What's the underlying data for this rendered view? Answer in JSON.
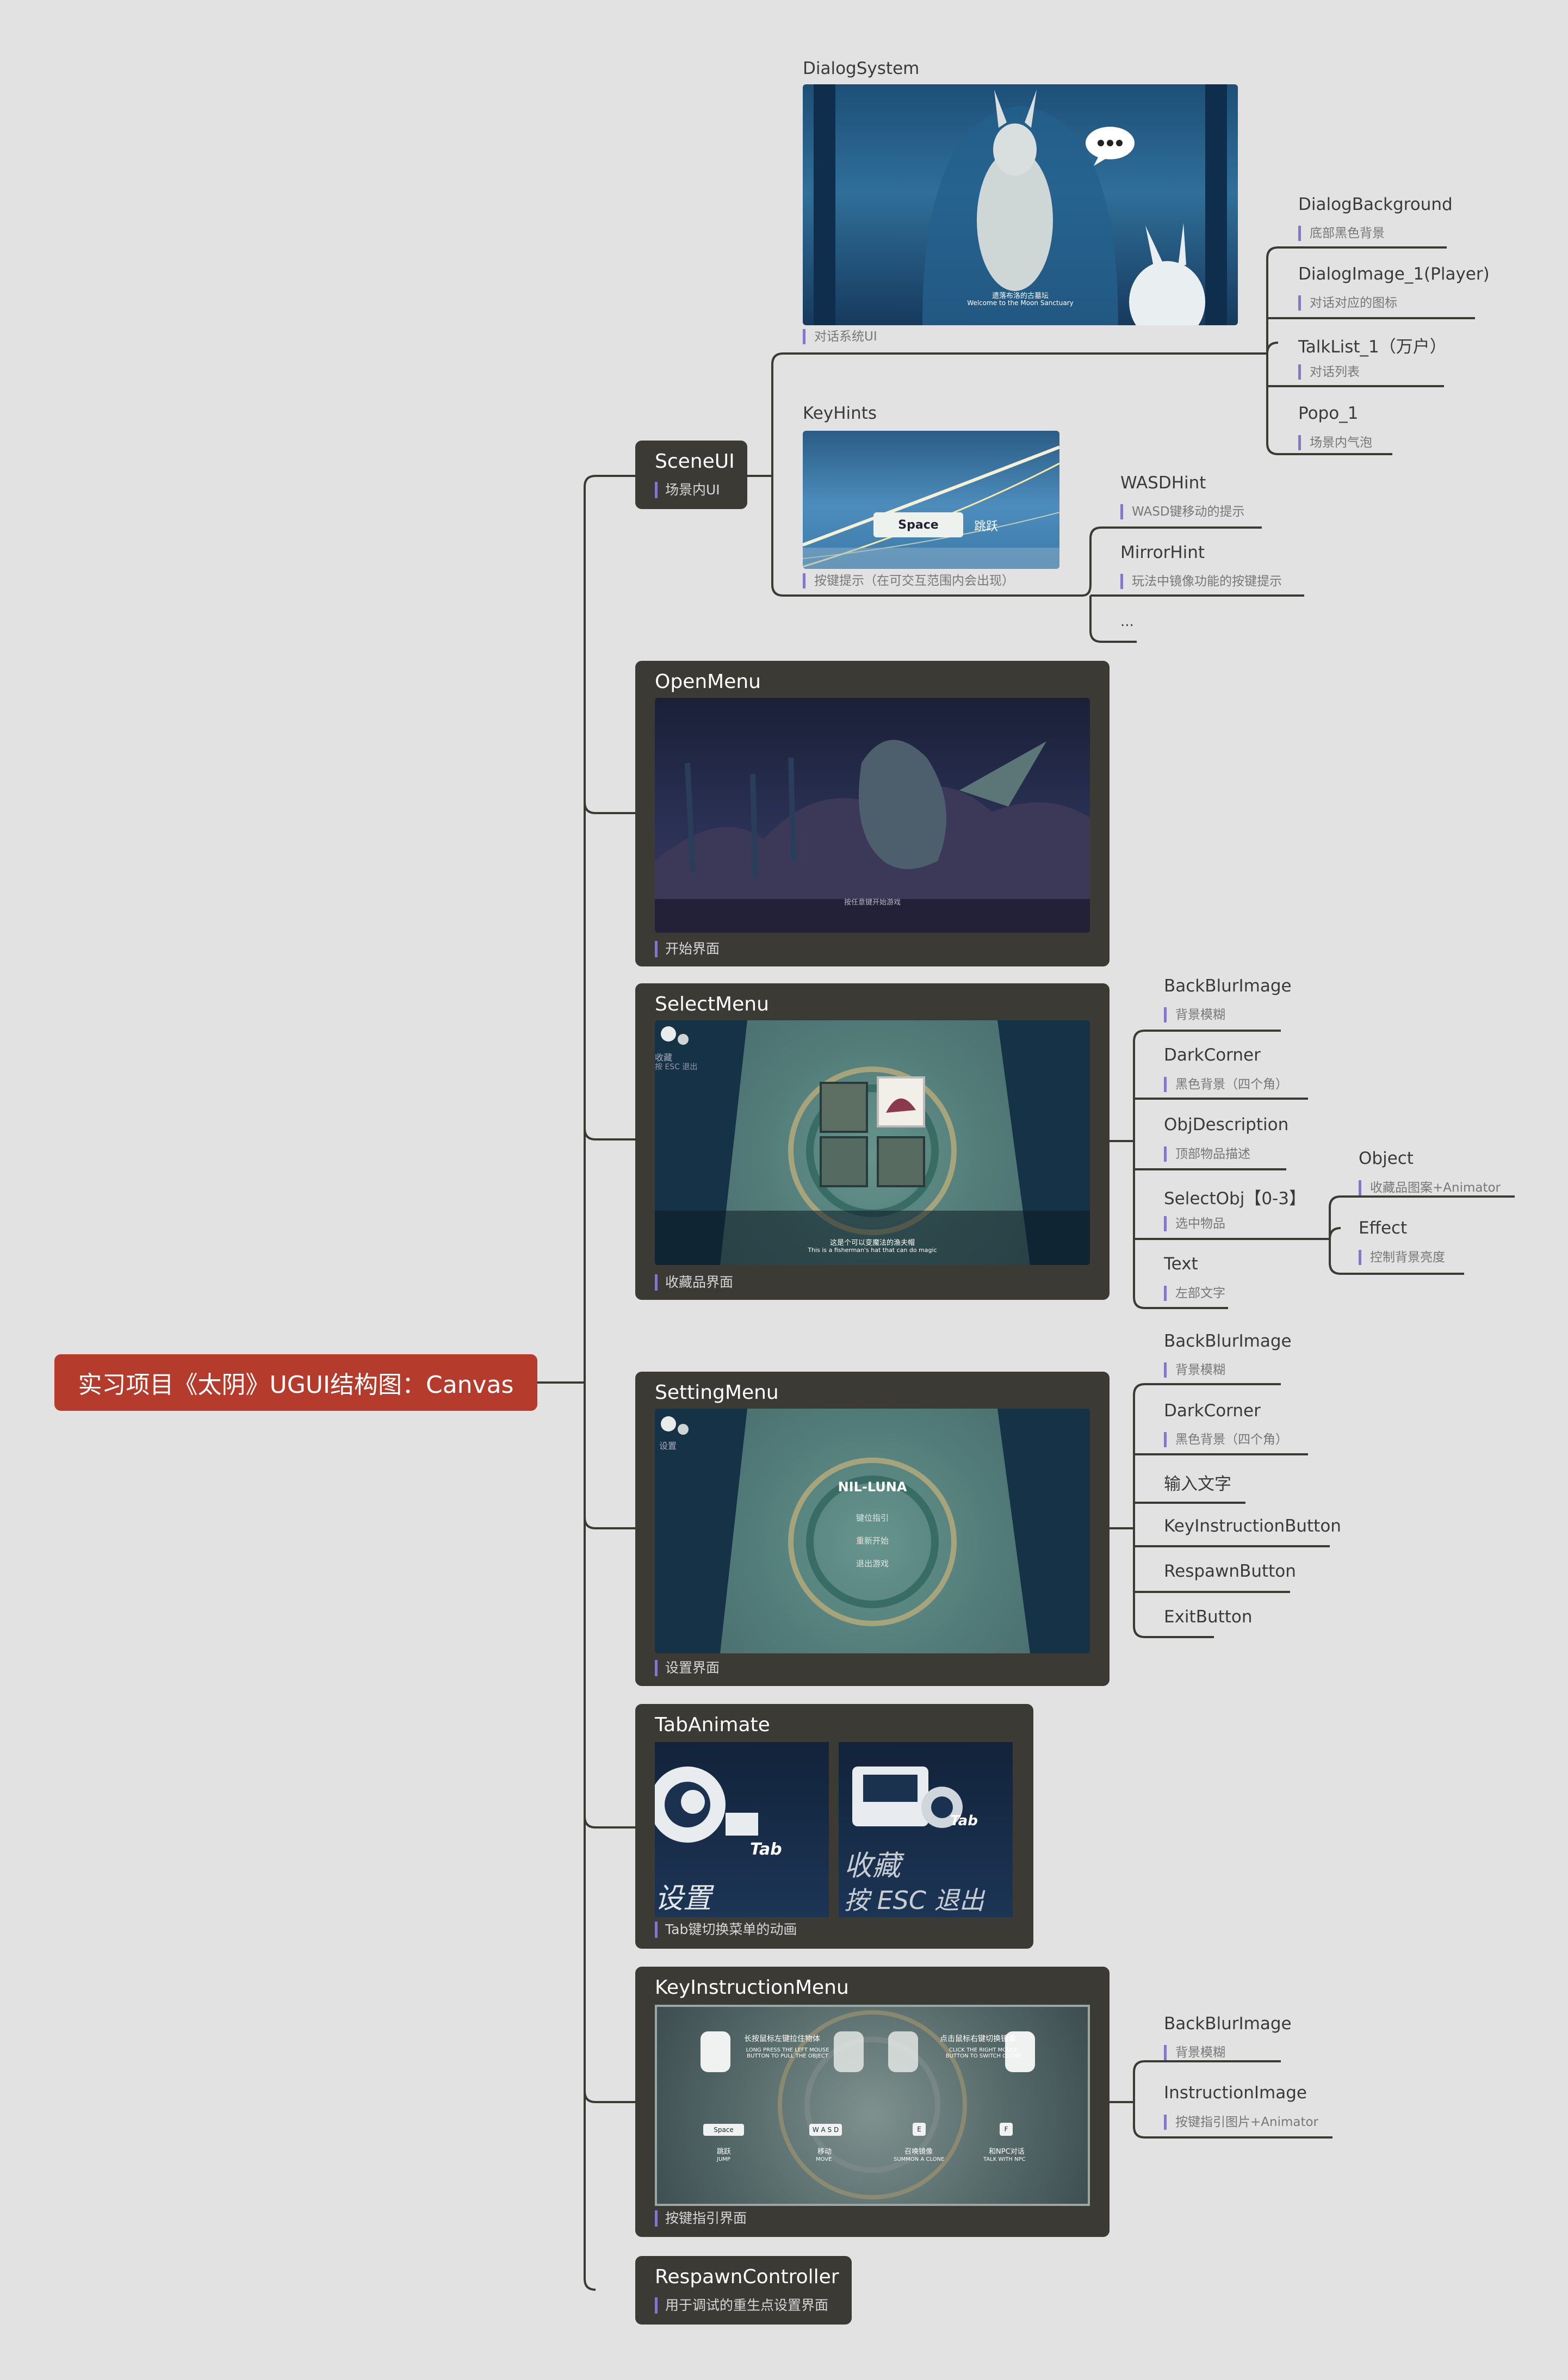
{
  "root": {
    "title": "实习项目《太阴》UGUI结构图：Canvas"
  },
  "scene_ui": {
    "title": "SceneUI",
    "note": "场景内UI",
    "dialog_system": {
      "label": "DialogSystem",
      "note": "对话系统UI",
      "shot_caption_1": "遗落布洛的古墓坛",
      "shot_caption_2": "Welcome to the Moon Sanctuary",
      "children": [
        {
          "label": "DialogBackground",
          "note": "底部黑色背景"
        },
        {
          "label": "DialogImage_1(Player)",
          "note": "对话对应的图标"
        },
        {
          "label": "TalkList_1（万户）",
          "note": "对话列表"
        },
        {
          "label": "Popo_1",
          "note": "场景内气泡"
        }
      ]
    },
    "key_hints": {
      "label": "KeyHints",
      "note": "按键提示（在可交互范围内会出现）",
      "shot_key": "Space",
      "shot_action": "跳跃",
      "children": [
        {
          "label": "WASDHint",
          "note": "WASD键移动的提示"
        },
        {
          "label": "MirrorHint",
          "note": "玩法中镜像功能的按键提示"
        },
        {
          "label": "..."
        }
      ]
    }
  },
  "open_menu": {
    "title": "OpenMenu",
    "note": "开始界面",
    "shot_caption": "按任意键开始游戏"
  },
  "select_menu": {
    "title": "SelectMenu",
    "note": "收藏品界面",
    "shot_top_1": "收藏",
    "shot_top_2": "按 ESC 退出",
    "shot_caption_1": "这是个可以变魔法的渔夫帽",
    "shot_caption_2": "This is a fisherman's hat that can do magic",
    "children": [
      {
        "label": "BackBlurImage",
        "note": "背景模糊"
      },
      {
        "label": "DarkCorner",
        "note": "黑色背景（四个角）"
      },
      {
        "label": "ObjDescription",
        "note": "顶部物品描述"
      },
      {
        "label": "SelectObj【0-3】",
        "note": "选中物品"
      },
      {
        "label": "Text",
        "note": "左部文字"
      }
    ],
    "select_obj_children": [
      {
        "label": "Object",
        "note": "收藏品图案+Animator"
      },
      {
        "label": "Effect",
        "note": "控制背景亮度"
      }
    ]
  },
  "setting_menu": {
    "title": "SettingMenu",
    "note": "设置界面",
    "shot_top": "设置",
    "shot_logo": "NIL-LUNA",
    "shot_items": [
      "键位指引",
      "重新开始",
      "退出游戏"
    ],
    "children": [
      {
        "label": "BackBlurImage",
        "note": "背景模糊"
      },
      {
        "label": "DarkCorner",
        "note": "黑色背景（四个角）"
      },
      {
        "label": "输入文字"
      },
      {
        "label": "KeyInstructionButton"
      },
      {
        "label": "RespawnButton"
      },
      {
        "label": "ExitButton"
      }
    ]
  },
  "tab_animate": {
    "title": "TabAnimate",
    "note": "Tab键切换菜单的动画",
    "shot_left_text": "设置",
    "shot_left_key": "Tab",
    "shot_right_text_1": "收藏",
    "shot_right_text_2": "按 ESC 退出",
    "shot_right_key": "Tab"
  },
  "key_instruction_menu": {
    "title": "KeyInstructionMenu",
    "note": "按键指引界面",
    "shot": {
      "left_title": "长按鼠标左键拉住物体",
      "left_sub": "LONG PRESS THE LEFT MOUSE BUTTON TO PULL THE OBJECT",
      "right_title": "点击鼠标右键切换镜像",
      "right_sub": "CLICK THE RIGHT MOUSE BUTTON TO SWITCH CLONE",
      "keys": [
        {
          "key": "Space",
          "cn": "跳跃",
          "en": "JUMP"
        },
        {
          "key": "W A S D",
          "cn": "移动",
          "en": "MOVE"
        },
        {
          "key": "E",
          "cn": "召唤镜像",
          "en": "SUMMON A CLONE"
        },
        {
          "key": "F",
          "cn": "和NPC对话",
          "en": "TALK WITH NPC"
        }
      ]
    },
    "children": [
      {
        "label": "BackBlurImage",
        "note": "背景模糊"
      },
      {
        "label": "InstructionImage",
        "note": "按键指引图片+Animator"
      }
    ]
  },
  "respawn_controller": {
    "title": "RespawnController",
    "note": "用于调试的重生点设置界面"
  },
  "colors": {
    "root": "#b53c2d",
    "card": "#3b3a35",
    "accent": "#8576c8",
    "background": "#e2e2e2"
  }
}
